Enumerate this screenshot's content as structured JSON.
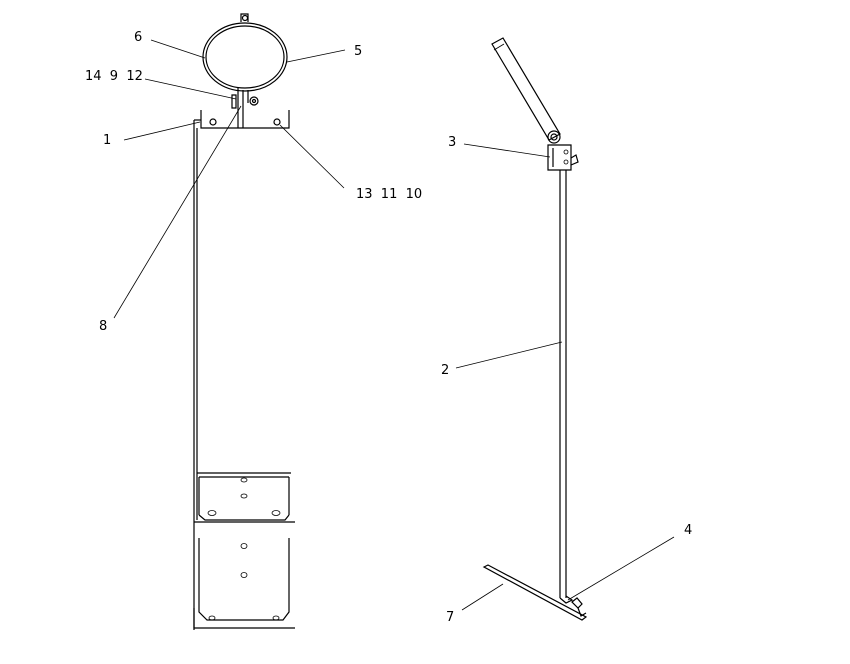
{
  "callouts": {
    "c6": "6",
    "c5": "5",
    "c14_9_12": "14  9  12",
    "c1": "1",
    "c13_11_10": "13  11  10",
    "c8": "8",
    "c3": "3",
    "c2": "2",
    "c4": "4",
    "c7": "7"
  },
  "colors": {
    "line": "#000000",
    "background": "#ffffff"
  }
}
